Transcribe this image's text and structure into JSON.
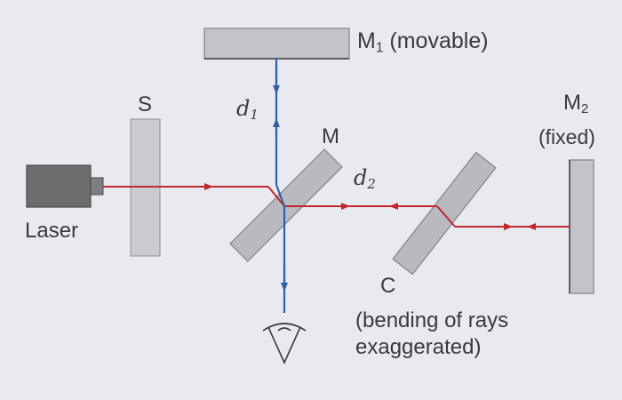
{
  "labels": {
    "m1_name": "M",
    "m1_sub": "1",
    "m1_note": "(movable)",
    "s": "S",
    "d1_name": "d",
    "d1_sub": "1",
    "m": "M",
    "m2_name": "M",
    "m2_sub": "2",
    "m2_note": "(fixed)",
    "d2_name": "d",
    "d2_sub": "2",
    "laser": "Laser",
    "c": "C",
    "bending_line1": "(bending of rays",
    "bending_line2": "exaggerated)"
  },
  "colors": {
    "background": "#e9eaf0",
    "component_fill": "#c2c4ca",
    "component_edge": "#8f9197",
    "beam_red": "#c2272d",
    "beam_blue": "#2f5fa8",
    "laser_body": "#6d6d70",
    "text": "#3a3a3c"
  },
  "icons": {
    "observer": "eye-icon"
  }
}
